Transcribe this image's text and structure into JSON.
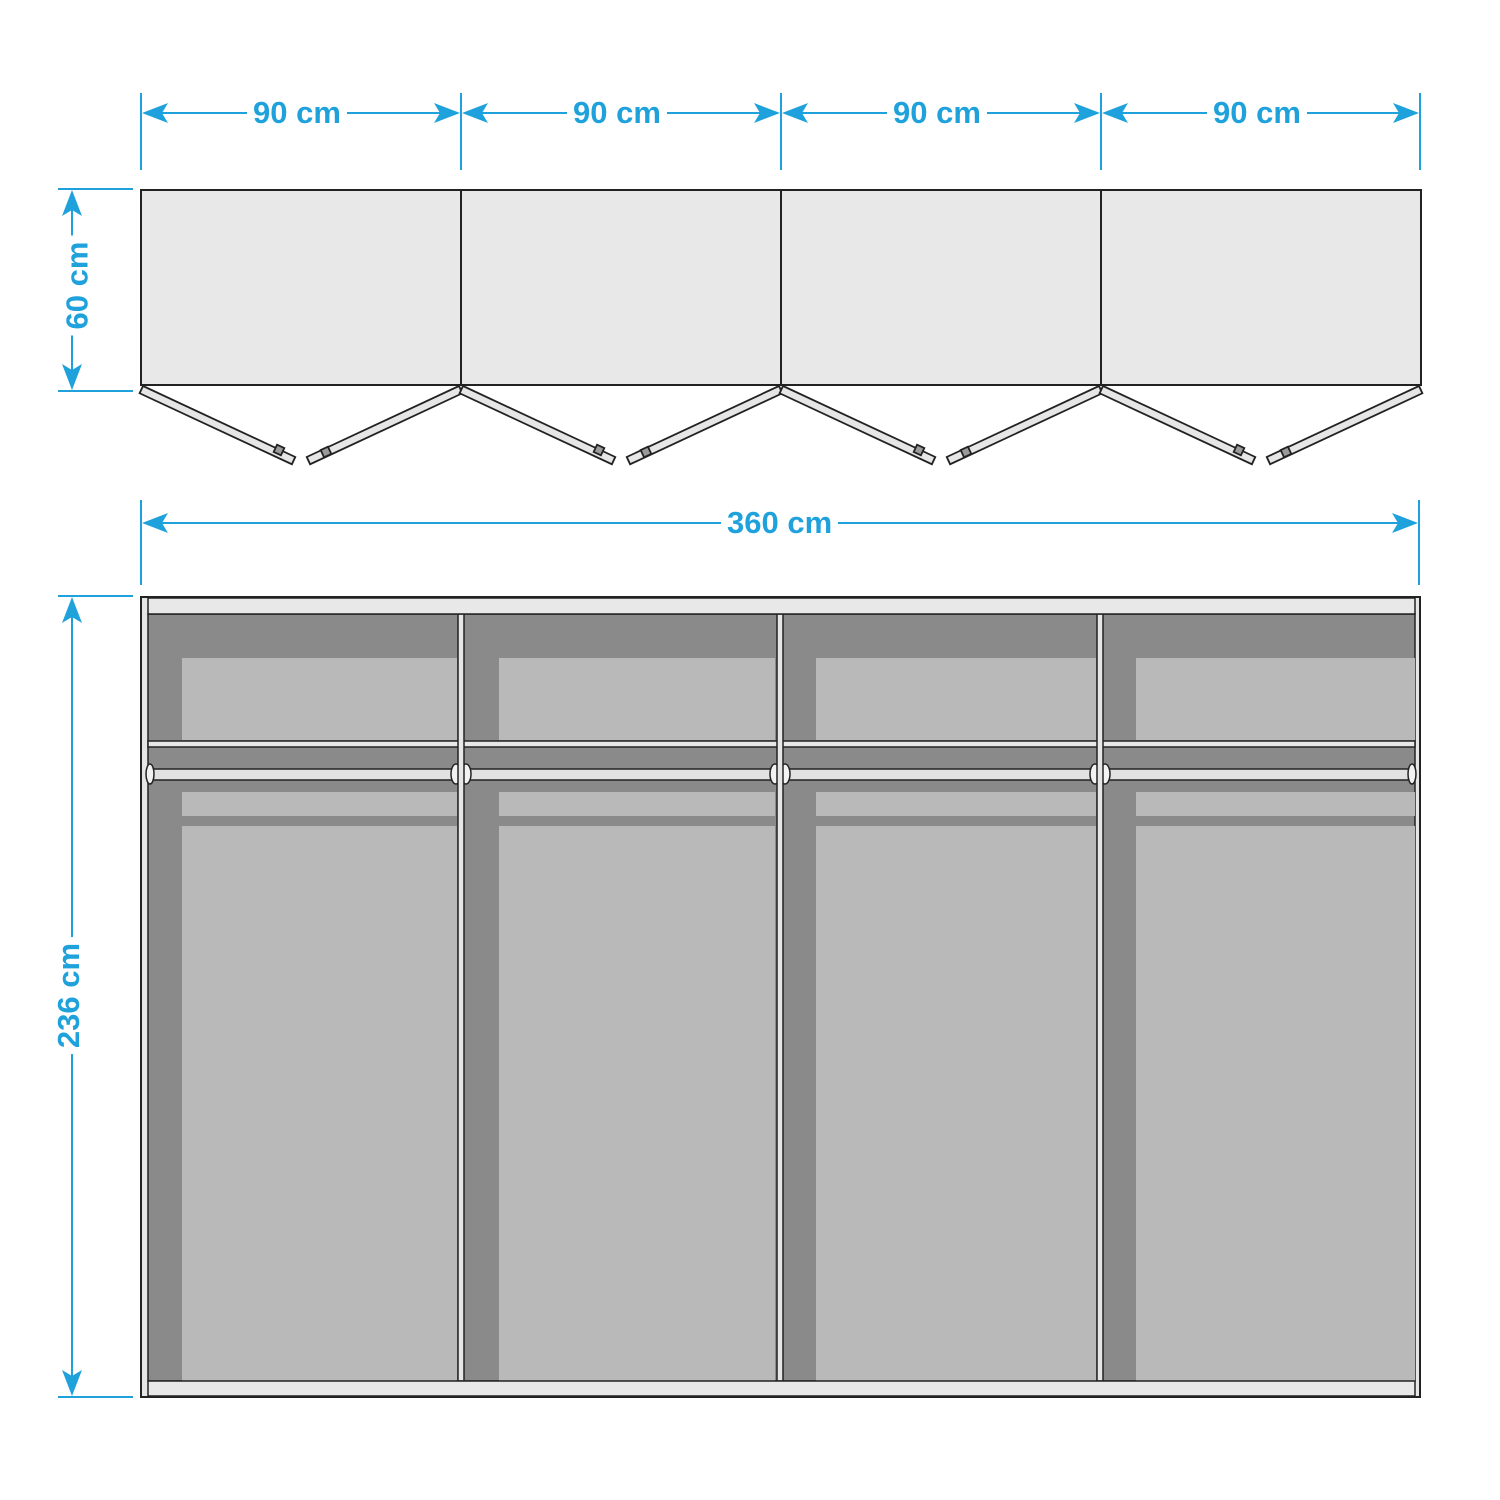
{
  "diagram": {
    "type": "wardrobe-dimension-drawing",
    "accent_color": "#1fa2dc",
    "top_view": {
      "segment_widths": [
        {
          "label": "90 cm"
        },
        {
          "label": "90 cm"
        },
        {
          "label": "90 cm"
        },
        {
          "label": "90 cm"
        }
      ],
      "depth_label": "60 cm",
      "doors_per_module": 2,
      "modules": 4
    },
    "front_view": {
      "total_width_label": "360 cm",
      "height_label": "236 cm",
      "compartments": 4,
      "features": [
        "top shelf",
        "hanging rail"
      ]
    }
  }
}
